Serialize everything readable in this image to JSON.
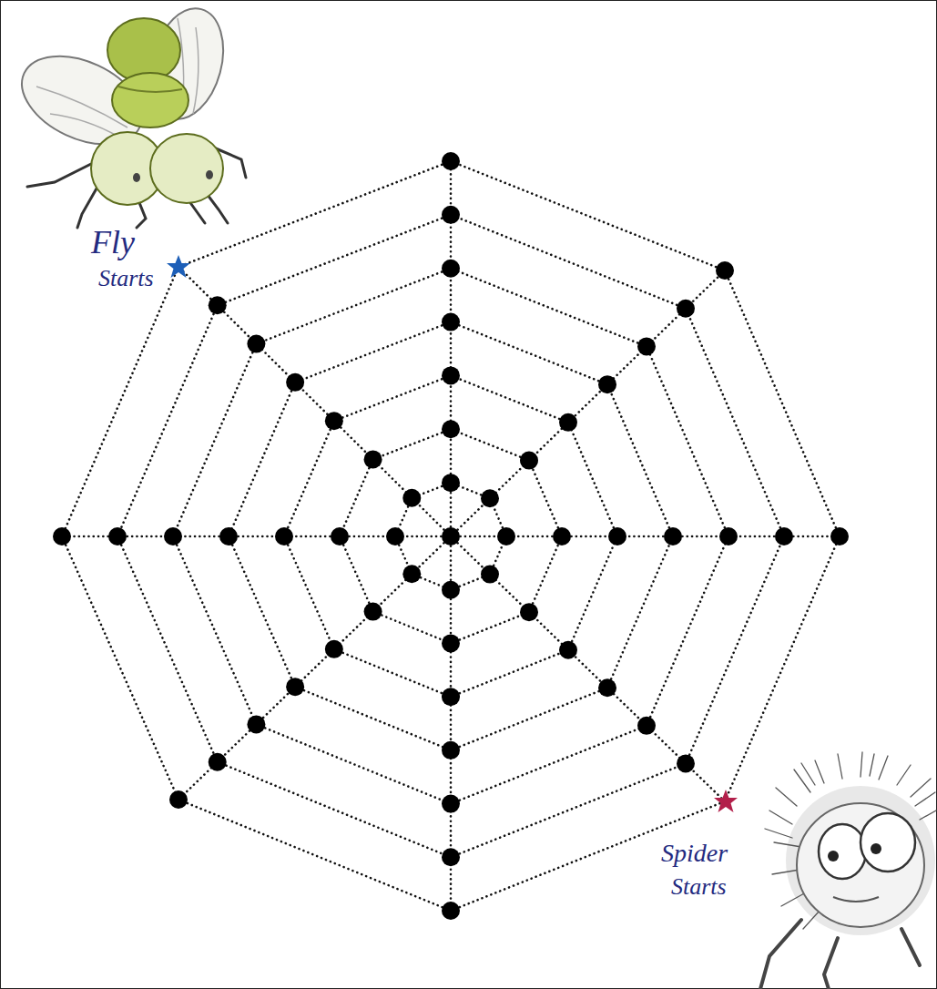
{
  "diagram": {
    "labels": [
      "Fly",
      "Starts",
      "Spider",
      "Starts"
    ]
  }
}
